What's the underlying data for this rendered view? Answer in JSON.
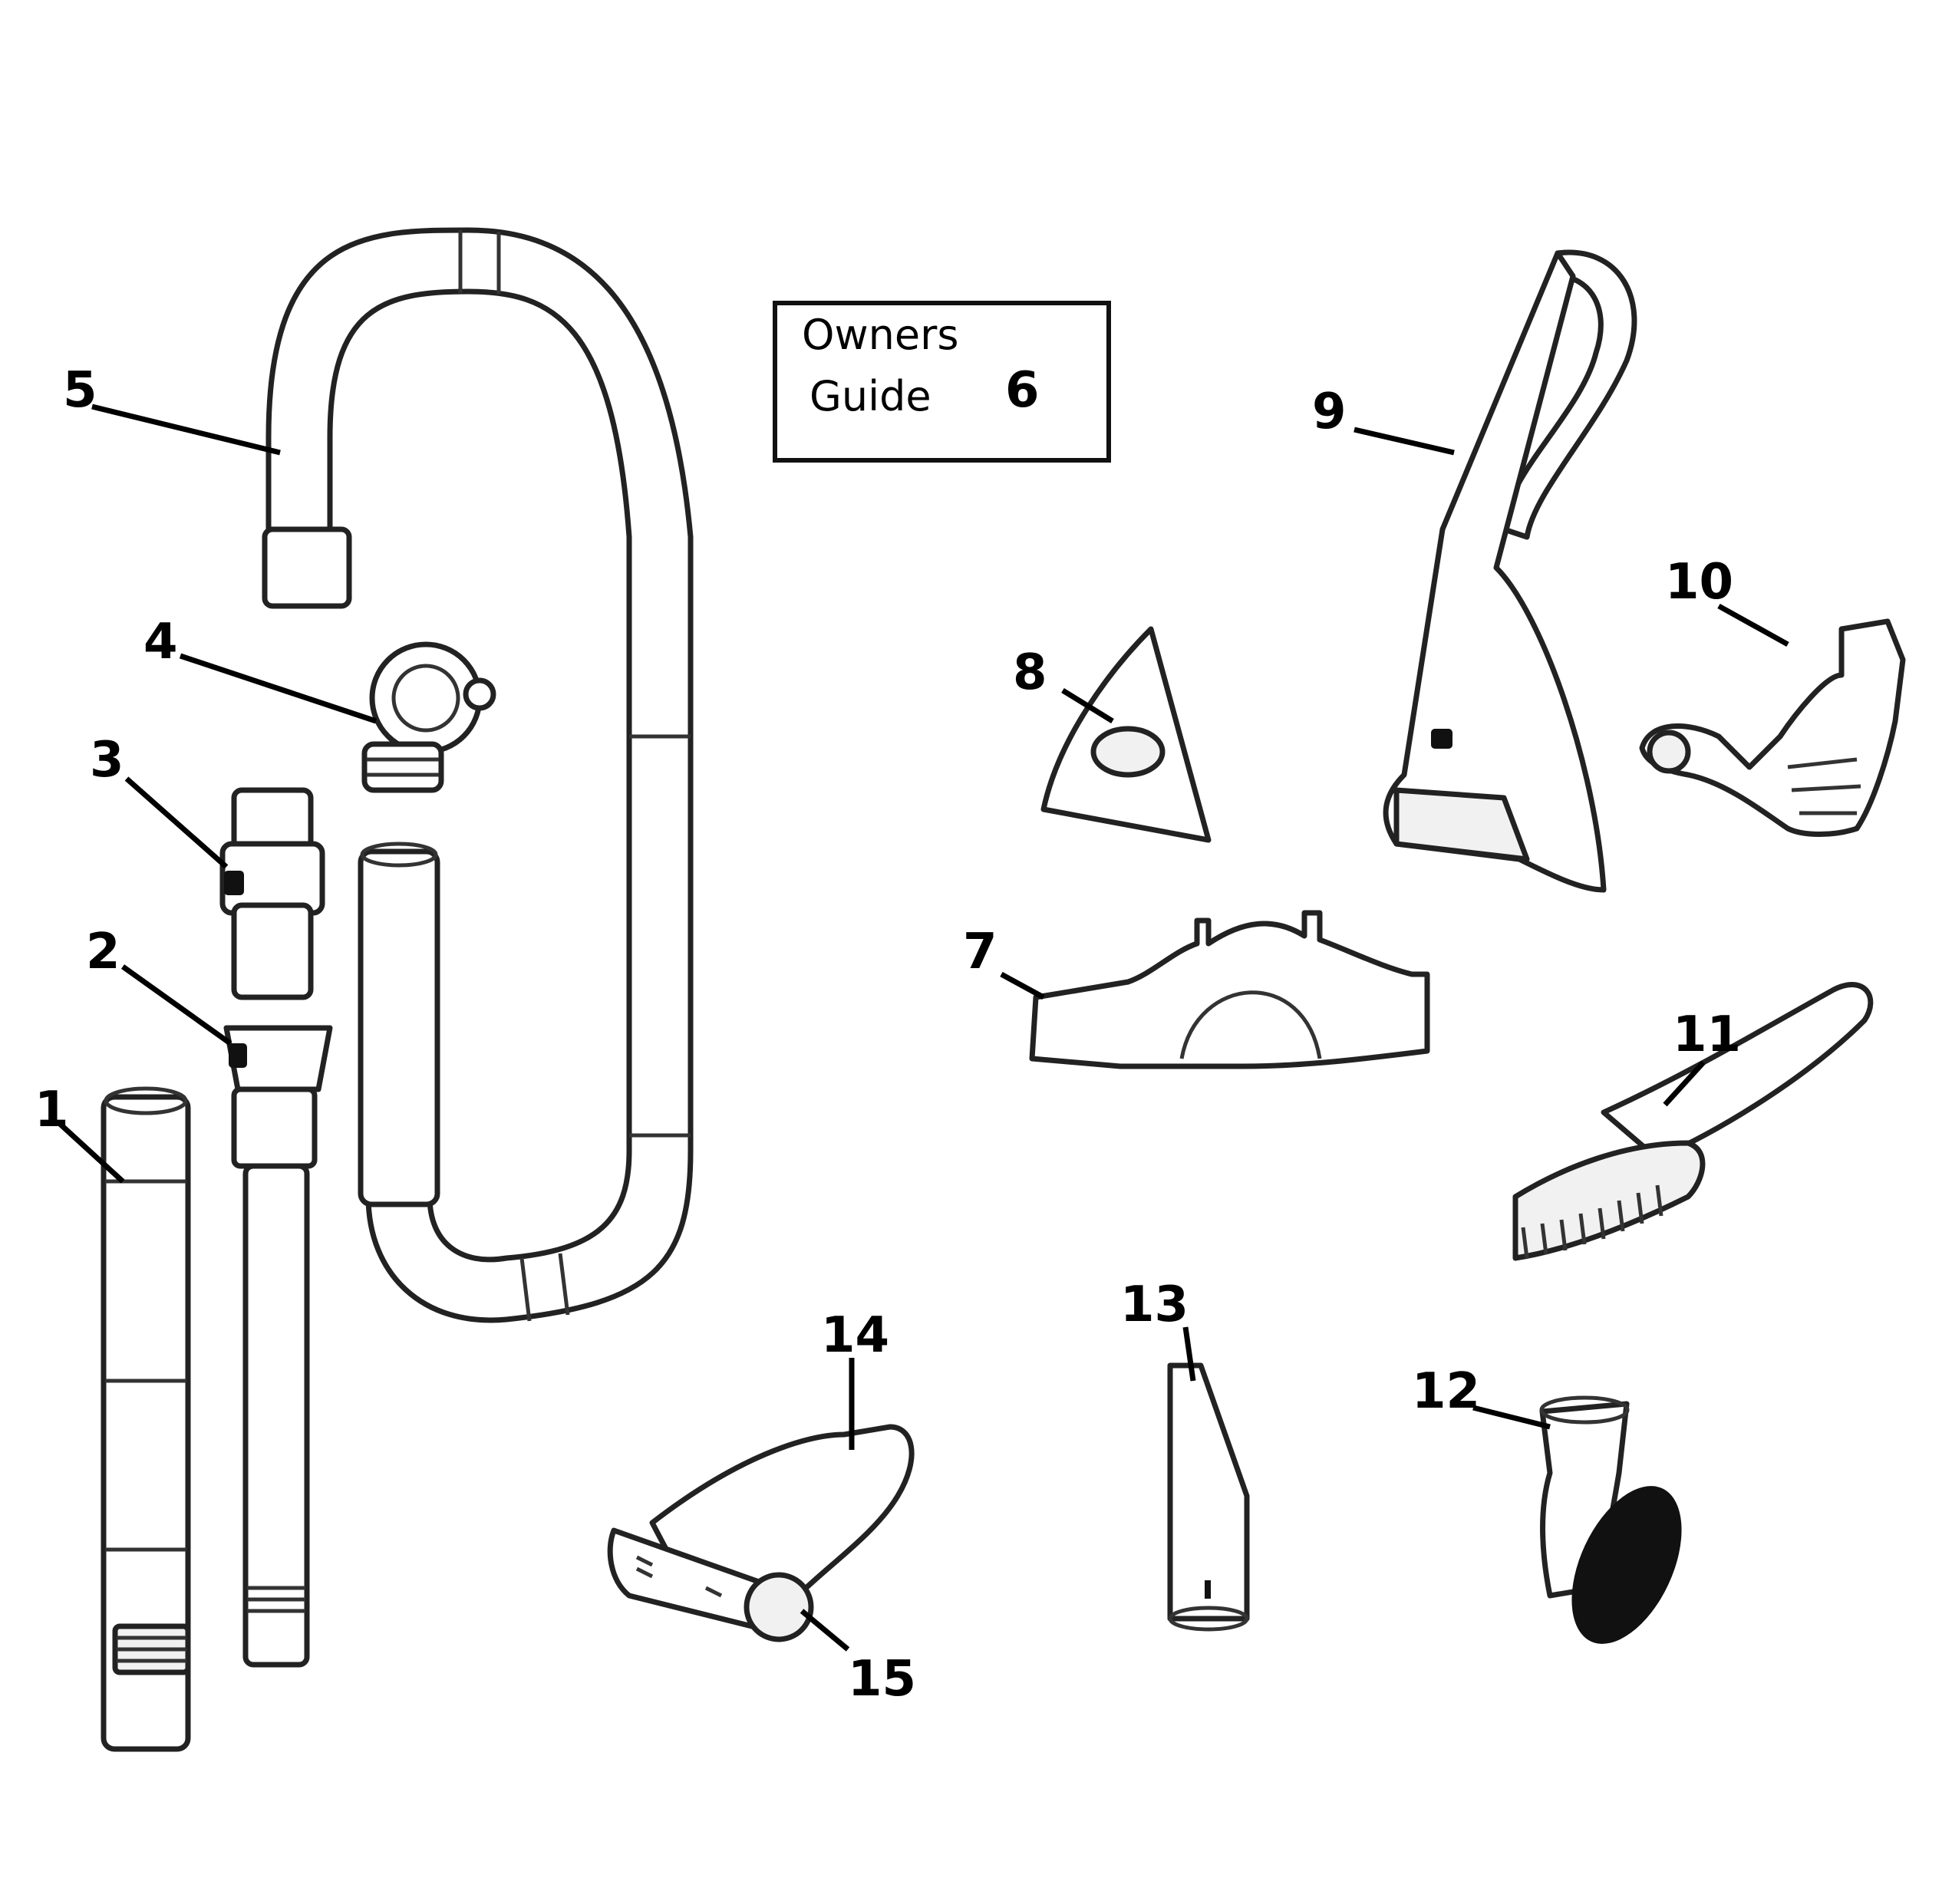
{
  "owners_guide": {
    "line1": "Owners",
    "line2": "Guide",
    "number": "6"
  },
  "parts": [
    {
      "number": "1"
    },
    {
      "number": "2"
    },
    {
      "number": "3"
    },
    {
      "number": "4"
    },
    {
      "number": "5"
    },
    {
      "number": "7"
    },
    {
      "number": "8"
    },
    {
      "number": "9"
    },
    {
      "number": "10"
    },
    {
      "number": "11"
    },
    {
      "number": "12"
    },
    {
      "number": "13"
    },
    {
      "number": "14"
    },
    {
      "number": "15"
    }
  ]
}
